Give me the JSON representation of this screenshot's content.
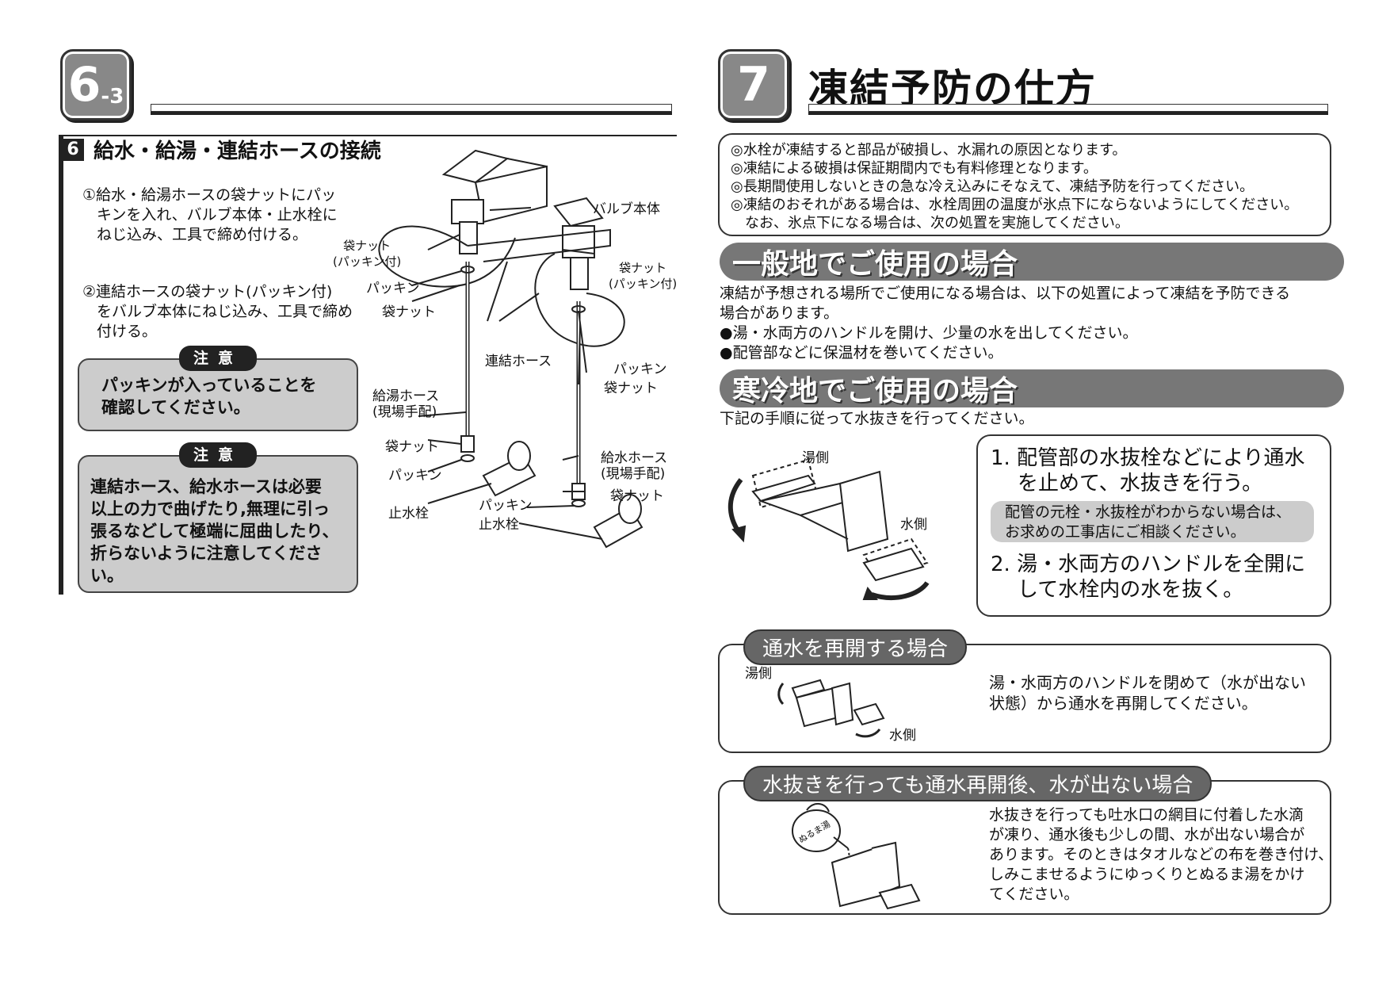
{
  "left": {
    "badge_main": "6",
    "badge_sub": "-3",
    "subsection_num": "6",
    "subsection_title": "給水・給湯・連結ホースの接続",
    "step1_line1": "①給水・給湯ホースの袋ナットにパッ",
    "step1_line2": "キンを入れ、バルブ本体・止水栓に",
    "step1_line3": "ねじ込み、工具で締め付ける。",
    "step2_line1": "②連結ホースの袋ナット(パッキン付)",
    "step2_line2": "をバルブ本体にねじ込み、工具で締め",
    "step2_line3": "付ける。",
    "caution_tag": "注意",
    "caution1_line1": "パッキンが入っていることを",
    "caution1_line2": "確認してください。",
    "caution2_line1": "連結ホース、給水ホースは必要",
    "caution2_line2": "以上の力で曲げたり,無理に引っ",
    "caution2_line3": "張るなどして極端に屈曲したり、",
    "caution2_line4": "折らないように注意してくださ",
    "caution2_line5": "い。",
    "labels": {
      "valve_body": "バルブ本体",
      "nut_packing_a1": "袋ナット",
      "nut_packing_a2": "(パッキン付)",
      "nut_packing_b1": "袋ナット",
      "nut_packing_b2": "(パッキン付)",
      "packing_1": "パッキン",
      "nut_1": "袋ナット",
      "link_hose": "連結ホース",
      "packing_2": "パッキン",
      "nut_2": "袋ナット",
      "hot_hose1": "給湯ホース",
      "hot_hose2": "(現場手配)",
      "nut_3": "袋ナット",
      "packing_3": "パッキン",
      "stop_valve_1": "止水栓",
      "cold_hose1": "給水ホース",
      "cold_hose2": "(現場手配)",
      "nut_4": "袋ナット",
      "packing_4": "パッキン",
      "stop_valve_2": "止水栓"
    }
  },
  "right": {
    "badge_main": "7",
    "title": "凍結予防の仕方",
    "notes": [
      "◎水栓が凍結すると部品が破損し、水漏れの原因となります。",
      "◎凍結による破損は保証期間内でも有料修理となります。",
      "◎長期間使用しないときの急な冷え込みにそなえて、凍結予防を行ってください。",
      "◎凍結のおそれがある場合は、水栓周囲の温度が氷点下にならないようにしてください。",
      "　なお、氷点下になる場合は、次の処置を実施してください。"
    ],
    "general_title": "一般地でご使用の場合",
    "general_line1": "凍結が予想される場所でご使用になる場合は、以下の処置によって凍結を予防できる",
    "general_line2": "場合があります。",
    "general_b1": "●湯・水両方のハンドルを開け、少量の水を出してください。",
    "general_b2": "●配管部などに保温材を巻いてください。",
    "cold_title": "寒冷地でご使用の場合",
    "cold_intro": "下記の手順に従って水抜きを行ってください。",
    "hot_side": "湯側",
    "cold_side": "水側",
    "step1_l1": "1. 配管部の水抜栓などにより通水",
    "step1_l2": "を止めて、水抜きを行う。",
    "step1_note1": "配管の元栓・水抜栓がわからない場合は、",
    "step1_note2": "お求めの工事店にご相談ください。",
    "step2_l1": "2. 湯・水両方のハンドルを全開に",
    "step2_l2": "して水栓内の水を抜く。",
    "resume_title": "通水を再開する場合",
    "resume_hot": "湯側",
    "resume_cold": "水側",
    "resume_l1": "湯・水両方のハンドルを閉めて（水が出ない",
    "resume_l2": "状態）から通水を再開してください。",
    "nowater_title": "水抜きを行っても通水再開後、水が出ない場合",
    "kettle_label": "ぬるま湯",
    "nowater_l1": "水抜きを行っても吐水口の網目に付着した水滴",
    "nowater_l2": "が凍り、通水後も少しの間、水が出ない場合が",
    "nowater_l3": "あります。そのときはタオルなどの布を巻き付け、",
    "nowater_l4": "しみこませるようにゆっくりとぬるま湯をかけ",
    "nowater_l5": "てください。"
  }
}
